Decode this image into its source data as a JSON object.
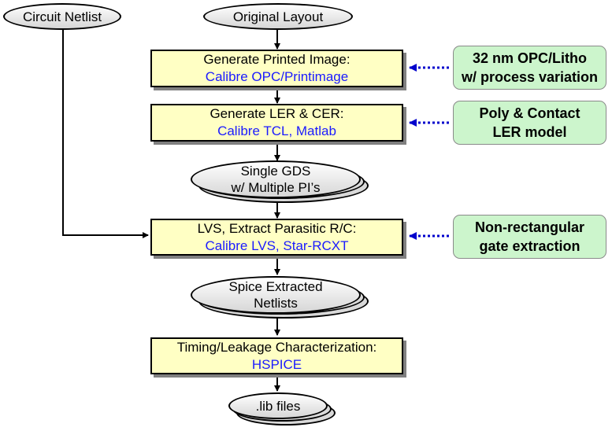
{
  "nodes": {
    "circuit_netlist": "Circuit Netlist",
    "original_layout": "Original Layout",
    "step1": {
      "title": "Generate Printed Image:",
      "tool": "Calibre OPC/Printimage"
    },
    "step2": {
      "title": "Generate LER & CER:",
      "tool": "Calibre TCL, Matlab"
    },
    "gds": {
      "line1": "Single GDS",
      "line2": "w/ Multiple PI’s"
    },
    "step3": {
      "title": "LVS, Extract Parasitic R/C:",
      "tool": "Calibre LVS, Star-RCXT"
    },
    "spice": {
      "line1": "Spice Extracted",
      "line2": "Netlists"
    },
    "step4": {
      "title": "Timing/Leakage Characterization:",
      "tool": "HSPICE"
    },
    "lib": ".lib files"
  },
  "notes": {
    "opc": {
      "line1": "32 nm OPC/Litho",
      "line2": "w/ process variation"
    },
    "ler": {
      "line1": "Poly & Contact",
      "line2": "LER model"
    },
    "gate": {
      "line1": "Non-rectangular",
      "line2": "gate extraction"
    }
  },
  "colors": {
    "box_fill": "#ffffc4",
    "tool_text": "#1a1aff",
    "note_fill": "#ccf5cc",
    "dotted_arrow": "#0000cc"
  }
}
